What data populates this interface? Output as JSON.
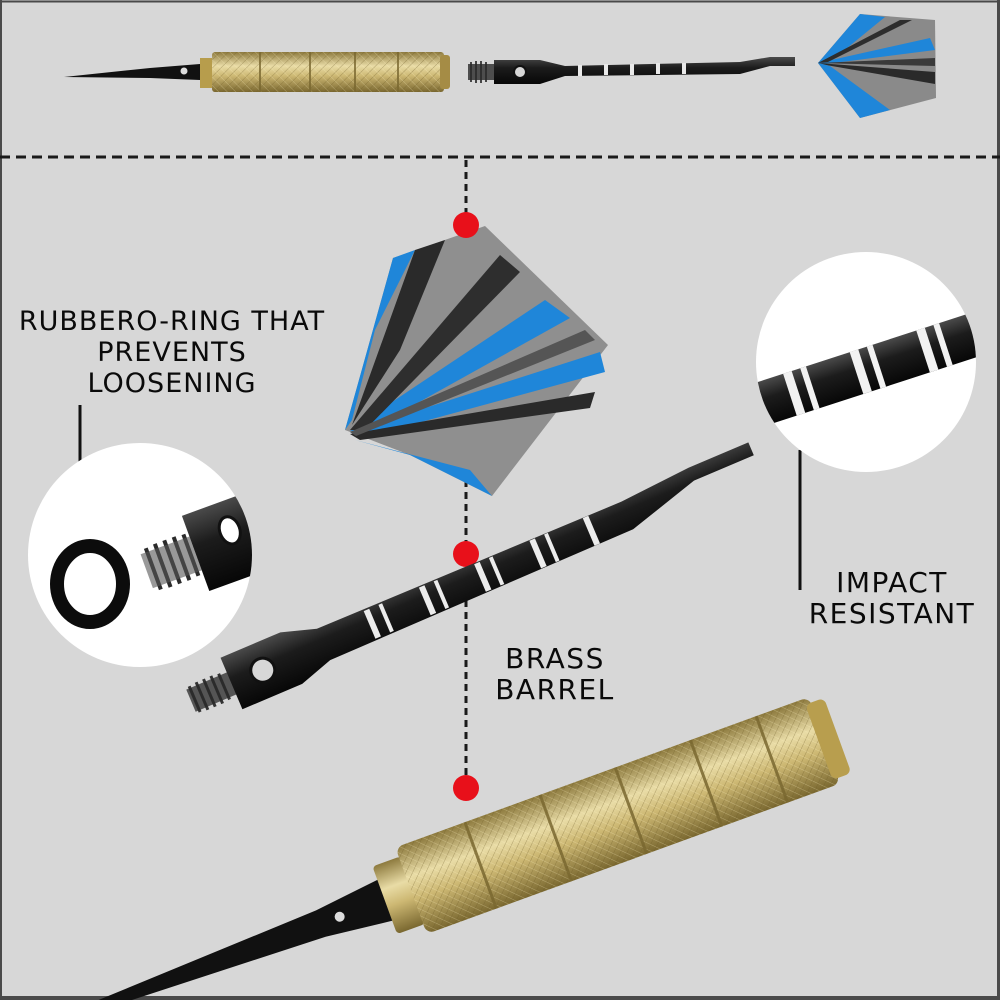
{
  "labels": {
    "o_ring": [
      "RUBBERO-RING THAT",
      "PREVENTS",
      "LOOSENING"
    ],
    "impact": [
      "IMPACT",
      "RESISTANT"
    ],
    "brass": [
      "BRASS",
      "BARREL"
    ]
  },
  "colors": {
    "background": "#d7d7d7",
    "frame": "#4a4a4a",
    "brass": "#c8b26a",
    "brass_dark": "#8f7b3d",
    "shaft": "#1e1e1e",
    "flight_blue": "#1f86d9",
    "flight_gray": "#8a8a8a",
    "marker": "#e8101a"
  }
}
